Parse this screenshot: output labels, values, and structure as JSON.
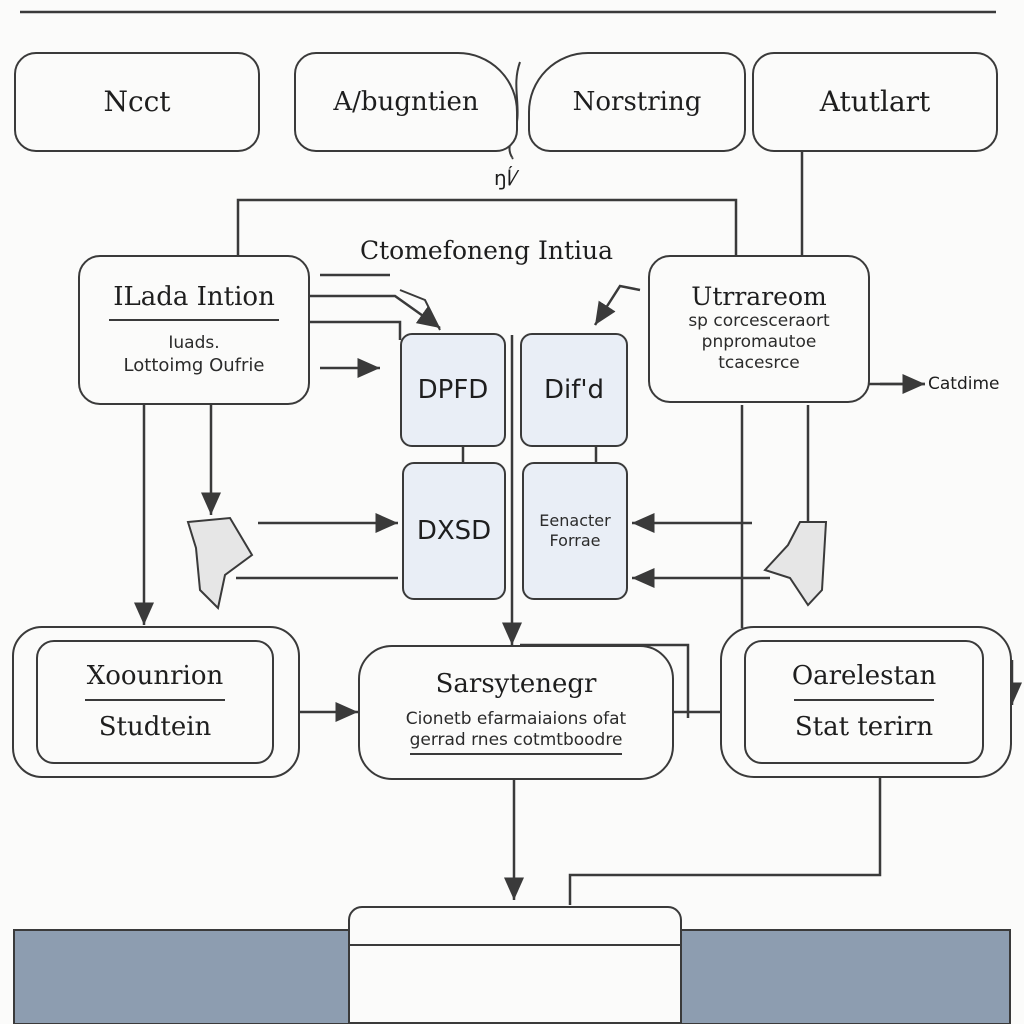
{
  "top_row": [
    {
      "id": "n1",
      "label": "Ncct"
    },
    {
      "id": "n2",
      "label": "A/bugntien"
    },
    {
      "id": "n3",
      "label": "Norstring"
    },
    {
      "id": "n4",
      "label": "Atutlart"
    }
  ],
  "under_top_glyph": "ŋĺ⁄",
  "group_title": "Ctomefoneng Intiua",
  "left_node": {
    "title": "ILada Intion",
    "line1": "Iuads.",
    "line2": "Lottoimg Oufrie"
  },
  "right_node": {
    "title": "Utrrareom",
    "line1": "sp corcesceraort",
    "line2": "pnpromautoe",
    "line3": "tcacesrce"
  },
  "right_side_label": "Catdime",
  "blocks": [
    {
      "id": "b1",
      "label": "DPFD"
    },
    {
      "id": "b2",
      "label": "Dif'd"
    },
    {
      "id": "b3",
      "label": "DXSD"
    },
    {
      "id": "b4",
      "line1": "Eenacter",
      "line2": "Forrae"
    }
  ],
  "bottom_left": {
    "title": "Xoounrion",
    "subtitle": "Studtein"
  },
  "bottom_center": {
    "title": "Sarsytenegr",
    "line1": "Cionetb efarmaiaions ofat",
    "line2": "gerrad rnes cotmtboodre"
  },
  "bottom_right": {
    "title": "Oarelestan",
    "subtitle": "Stat terirn"
  },
  "colors": {
    "line": "#3a3a3a",
    "block_fill": "#e9eef6",
    "footer_band": "#8d9db0",
    "background": "#fbfbfa"
  }
}
